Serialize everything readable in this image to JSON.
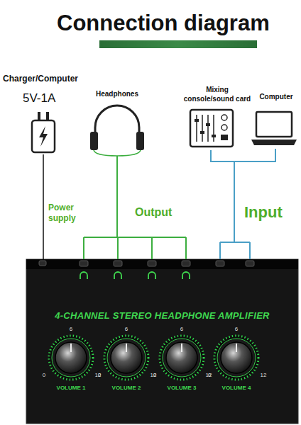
{
  "diagram": {
    "title": "Connection diagram",
    "nodes": [
      {
        "text": [
          "Charger/Computer",
          "5V-1A"
        ]
      },
      {
        "text": [
          "Headphones"
        ]
      },
      {
        "text": [
          "Mixing console/sound card"
        ]
      },
      {
        "text": [
          "Computer"
        ]
      },
      {
        "text": [
          "4-CHANNEL STEREO HEADPHONE AMPLIFIER"
        ]
      }
    ],
    "edges": [
      {
        "from": 0,
        "to": 4,
        "arrow": "none",
        "label": "Power supply"
      },
      {
        "from": 1,
        "to": 4,
        "arrow": "none",
        "label": "Output"
      },
      {
        "from": 2,
        "to": 4,
        "arrow": "none",
        "label": "Input"
      },
      {
        "from": 3,
        "to": 4,
        "arrow": "none"
      }
    ],
    "labels": [
      "6",
      "0",
      "12",
      "VOLUME 1",
      "6",
      "0",
      "12",
      "VOLUME 2",
      "6",
      "0",
      "12",
      "VOLUME 3",
      "6",
      "0",
      "12",
      "VOLUME 4"
    ]
  }
}
